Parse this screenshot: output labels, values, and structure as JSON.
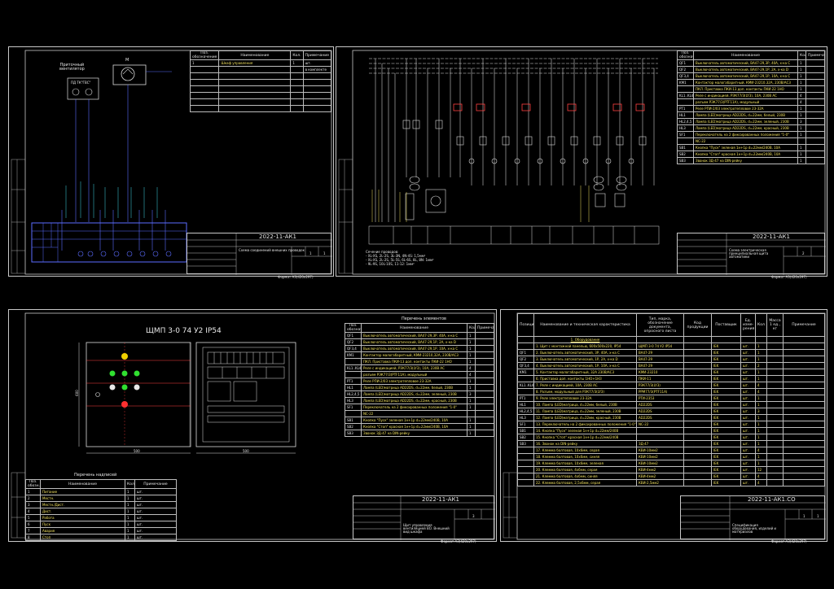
{
  "sheets": {
    "s1": {
      "labels": {
        "fan_name": "Приточный\nвентилятор",
        "sensor_text": "ПД ТК\"ГВС\"",
        "motor_mark": "M"
      },
      "legend": {
        "h_pos": "Поз.\nобозначение",
        "h_name": "Наименование",
        "h_qty": "Кол.",
        "h_note": "Примечание",
        "rows": [
          {
            "pos": "1",
            "name": "Шкаф управления",
            "qty": "1",
            "note": "шт."
          },
          {
            "pos": "",
            "name": "",
            "qty": "",
            "note": "в комплекте"
          }
        ]
      },
      "titleblock": {
        "code": "2022-11-АК1",
        "desc": "Схема соединений внешних проводок",
        "sheet": "1",
        "sheets": "1",
        "format": "Формат А3(420х297)"
      }
    },
    "s2": {
      "notes": [
        "Сечение проводов:",
        "- XL-XS, 2L-2S, 3L-3N, 4N-4S: 1,5мм²",
        "- XL-XS, 2L-2S, 5L-5S, 6L-6S, 8L, 8N: 1мм²",
        "- 9L-9S, 10L-10S, 11-12: 1мм²"
      ],
      "legend": {
        "h_pos": "Поз.\nобозначение",
        "h_name": "Наименование",
        "h_qty": "Кол.",
        "h_note": "Примечание",
        "rows": [
          {
            "pos": "QF1",
            "name": "Выключатель автоматический, ВА47-29,3P, 40А, х-ка С",
            "qty": "1"
          },
          {
            "pos": "QF2",
            "name": "Выключатель автоматический, ВА47-29,1P, 2А, х-ка D",
            "qty": "1"
          },
          {
            "pos": "QF3,4",
            "name": "Выключатель автоматический, ВА47-29,1P, 10А, х-ка С",
            "qty": "1"
          },
          {
            "pos": "KM1",
            "name": "Контактор малогабаритный, КМИ-23210,32А, 230В/АС3",
            "qty": "1"
          },
          {
            "pos": "",
            "name": "ПКЛ. Приставка ПКИ-13 доп. контакты ПКИ-22 1НО",
            "qty": "1"
          },
          {
            "pos": "KL1..KL4",
            "name": "Реле с индикацией, РЭК77/3(LY3), 10А, 230В АС",
            "qty": "4"
          },
          {
            "pos": "",
            "name": "разъем РЭК77/3(PTF11A), модульный",
            "qty": "4"
          },
          {
            "pos": "PT1",
            "name": "Реле РПИ-2/03 электротепловое 23-32А",
            "qty": "1"
          },
          {
            "pos": "HL1",
            "name": "Лампа (LED)матрица AD22DS, d=22мм, белый, 230В",
            "qty": "1"
          },
          {
            "pos": "HL2,4,5",
            "name": "Лампа (LED)матрица AD22DS, d=22мм, зеленый, 230В",
            "qty": "3"
          },
          {
            "pos": "HL3",
            "name": "Лампа (LED)матрица AD22DS, d=22мм, красный, 230В",
            "qty": "1"
          },
          {
            "pos": "SF1",
            "name": "Переключатель на 2 фиксированных положения \"1-0\"",
            "qty": "1"
          },
          {
            "pos": "",
            "name": "NC-22",
            "qty": ""
          },
          {
            "pos": "SB1",
            "name": "Кнопка \"Пуск\" зеленая 1н+1р d=22мм/240В, 10А",
            "qty": "1"
          },
          {
            "pos": "SB2",
            "name": "Кнопка \"Стоп\" красная 1н+1р d=22мм/240В, 10А",
            "qty": "1"
          },
          {
            "pos": "SB3",
            "name": "Звонок ЗД-47 на DIN-рейку",
            "qty": "1"
          }
        ]
      },
      "titleblock": {
        "code": "2022-11-АК1",
        "desc": "Схема электрическая принципиальная щита автоматики",
        "sheet": "2",
        "sheets": "",
        "format": "Формат А3(420х297)"
      }
    },
    "s3": {
      "cabinet_title": "ЩМП 3-0 74 У2 IP54",
      "dim_width_left": "500",
      "dim_width_right": "500",
      "dim_height": "600",
      "parts_table": {
        "title": "Перечень элементов",
        "h_pos": "Поз.\nобозначение",
        "h_name": "Наименование",
        "h_qty": "Кол.",
        "h_note": "Примечание",
        "rows": [
          {
            "pos": "QF1",
            "name": "Выключатель автоматический, ВА47-29,3P, 40А, х-ка С",
            "qty": "1"
          },
          {
            "pos": "QF2",
            "name": "Выключатель автоматический, ВА47-29,1P, 2А, х-ка D",
            "qty": "1"
          },
          {
            "pos": "QF3,4",
            "name": "Выключатель автоматический, ВА47-29,1P, 10А, х-ка С",
            "qty": "1"
          },
          {
            "pos": "KM1",
            "name": "Контактор малогабаритный, КМИ-23210,32А, 230В/АС3",
            "qty": "1"
          },
          {
            "pos": "",
            "name": "ПКЛ. Приставка ПКИ-13 доп. контакты ПКИ-22 1НО",
            "qty": "1"
          },
          {
            "pos": "KL1..KL4",
            "name": "Реле с индикацией, РЭК77/3(LY3), 10А, 230В АС",
            "qty": "4"
          },
          {
            "pos": "",
            "name": "разъем РЭК77/3(PTF11A), модульный",
            "qty": "4"
          },
          {
            "pos": "PT1",
            "name": "Реле РПИ-2/03 электротепловое 23-32А",
            "qty": "1"
          },
          {
            "pos": "HL1",
            "name": "Лампа (LED)матрица AD22DS, d=22мм, белый, 230В",
            "qty": "1"
          },
          {
            "pos": "HL2,4,5",
            "name": "Лампа (LED)матрица AD22DS, d=22мм, зеленый, 230В",
            "qty": "3"
          },
          {
            "pos": "HL3",
            "name": "Лампа (LED)матрица AD22DS, d=22мм, красный, 230В",
            "qty": "1"
          },
          {
            "pos": "SF1",
            "name": "Переключатель на 2 фиксированных положения \"1-0\"",
            "qty": "1"
          },
          {
            "pos": "",
            "name": "NC-22",
            "qty": ""
          },
          {
            "pos": "SB1",
            "name": "Кнопка \"Пуск\" зеленая 1н+1р d=22мм/240В, 10А",
            "qty": "1"
          },
          {
            "pos": "SB2",
            "name": "Кнопка \"Стоп\" красная 1н+1р d=22мм/240В, 10А",
            "qty": "1"
          },
          {
            "pos": "SB3",
            "name": "Звонок ЗД-47 на DIN-рейку",
            "qty": "1"
          }
        ]
      },
      "labels_table": {
        "title": "Перечень надписей",
        "h_pos": "Поз.\nобозн.",
        "h_name": "Наименование",
        "h_qty": "Кол.",
        "h_note": "Примечание",
        "rows": [
          {
            "pos": "1",
            "name": "Питание",
            "qty": "1",
            "note": "шт."
          },
          {
            "pos": "2",
            "name": "Местн.",
            "qty": "1",
            "note": "шт."
          },
          {
            "pos": "3",
            "name": "Местн./Дист.",
            "qty": "1",
            "note": "шт."
          },
          {
            "pos": "4",
            "name": "Дист.",
            "qty": "1",
            "note": "шт."
          },
          {
            "pos": "5",
            "name": "Работа",
            "qty": "1",
            "note": "шт."
          },
          {
            "pos": "6",
            "name": "Пуск",
            "qty": "1",
            "note": "шт."
          },
          {
            "pos": "7",
            "name": "Авария",
            "qty": "1",
            "note": "шт."
          },
          {
            "pos": "8",
            "name": "Стоп",
            "qty": "1",
            "note": "шт."
          }
        ]
      },
      "titleblock": {
        "code": "2022-11-АК1",
        "desc": "Щит управления вентиляцией ВО. Внешний вид шкафа",
        "sheet": "3",
        "sheets": "",
        "format": "Формат А3(420х297)"
      }
    },
    "s4": {
      "headers": [
        "Позиция",
        "Наименование и техническая характеристика",
        "Тип, марка, обозначение документа, опросного листа",
        "Код продукции",
        "Поставщик",
        "Ед. изме- рения",
        "Кол.",
        "Масса 1 ед., кг",
        "Примечание"
      ],
      "section": "1. Оборудование",
      "rows": [
        {
          "pos": "",
          "name": "1. Щит с монтажной панелью, 600х500х220, IP54",
          "type": "ЩМП 3-0 74 У2 IP54",
          "sup": "IEK",
          "unit": "шт.",
          "qty": "1"
        },
        {
          "pos": "QF1",
          "name": "2. Выключатель автоматический, 3P, 40А, х-ка С",
          "type": "ВА47-29",
          "sup": "IEK",
          "unit": "шт.",
          "qty": "1"
        },
        {
          "pos": "QF2",
          "name": "3. Выключатель автоматический, 1P, 2А, х-ка D",
          "type": "ВА47-29",
          "sup": "IEK",
          "unit": "шт.",
          "qty": "1"
        },
        {
          "pos": "QF3,4",
          "name": "4. Выключатель автоматический, 1P, 10А, х-ка С",
          "type": "ВА47-29",
          "sup": "IEK",
          "unit": "шт.",
          "qty": "2"
        },
        {
          "pos": "KM1",
          "name": "5. Контактор малогабаритный, 32А 230В/АС3",
          "type": "КМИ-23210",
          "sup": "IEK",
          "unit": "шт.",
          "qty": "1"
        },
        {
          "pos": "",
          "name": "6. Приставка доп. контакты 1НО+1НЗ",
          "type": "ПКИ-11",
          "sup": "IEK",
          "unit": "шт.",
          "qty": "1"
        },
        {
          "pos": "KL1..KL4",
          "name": "7. Реле с индикацией, 10А, 230В АС",
          "type": "РЭК77/3(LY3)",
          "sup": "IEK",
          "unit": "шт.",
          "qty": "4"
        },
        {
          "pos": "",
          "name": "8. Разъем, модульный для РЭК77/3(LY3)",
          "type": "РРМ77/3(PTF11A)",
          "sup": "IEK",
          "unit": "шт.",
          "qty": "4"
        },
        {
          "pos": "PT1",
          "name": "9. Реле электротепловое 23-32А",
          "type": "РТИ-2353",
          "sup": "IEK",
          "unit": "шт.",
          "qty": "1"
        },
        {
          "pos": "HL1",
          "name": "10. Лампа (LED)матрица, d=22мм, белый, 230В",
          "type": "AD22DS",
          "sup": "IEK",
          "unit": "шт.",
          "qty": "1"
        },
        {
          "pos": "HL2,4,5",
          "name": "11. Лампа (LED)матрица, d=22мм, зеленый, 230В",
          "type": "AD22DS",
          "sup": "IEK",
          "unit": "шт.",
          "qty": "3"
        },
        {
          "pos": "HL3",
          "name": "12. Лампа (LED)матрица, d=22мм, красный, 230В",
          "type": "AD22DS",
          "sup": "IEK",
          "unit": "шт.",
          "qty": "1"
        },
        {
          "pos": "SF1",
          "name": "13. Переключатель на 2 фиксированных положения \"1-0\"",
          "type": "NC-22",
          "sup": "IEK",
          "unit": "шт.",
          "qty": "1"
        },
        {
          "pos": "SB1",
          "name": "14. Кнопка \"Пуск\" зеленая 1н+1р d=22мм/240В",
          "type": "",
          "sup": "IEK",
          "unit": "шт.",
          "qty": "1"
        },
        {
          "pos": "SB2",
          "name": "15. Кнопка \"Стоп\" красная 1н+1р d=22мм/240В",
          "type": "",
          "sup": "IEK",
          "unit": "шт.",
          "qty": "1"
        },
        {
          "pos": "SB3",
          "name": "16. Звонок на DIN-рейку",
          "type": "ЗД-47",
          "sup": "IEK",
          "unit": "шт.",
          "qty": "1"
        },
        {
          "pos": "",
          "name": "17. Клемма болтовая, 10х6мм, серая",
          "type": "КВИ-10мм2",
          "sup": "IEK",
          "unit": "шт.",
          "qty": "4"
        },
        {
          "pos": "",
          "name": "18. Клемма болтовая, 10х6мм, синяя",
          "type": "КВИ-10мм2",
          "sup": "IEK",
          "unit": "шт.",
          "qty": "1"
        },
        {
          "pos": "",
          "name": "19. Клемма болтовая, 10х6мм, зеленая",
          "type": "КВИ-10мм2",
          "sup": "IEK",
          "unit": "шт.",
          "qty": "1"
        },
        {
          "pos": "",
          "name": "20. Клемма болтовая, 4х6мм, серая",
          "type": "КВИ-4мм2",
          "sup": "IEK",
          "unit": "шт.",
          "qty": "12"
        },
        {
          "pos": "",
          "name": "21. Клемма болтовая, 4х6мм, синяя",
          "type": "КВИ-4мм2",
          "sup": "IEK",
          "unit": "шт.",
          "qty": "4"
        },
        {
          "pos": "",
          "name": "22. Клемма болтовая, 2,5х6мм, серая",
          "type": "КВИ-2,5мм2",
          "sup": "IEK",
          "unit": "шт.",
          "qty": "4"
        }
      ],
      "titleblock": {
        "code": "2022-11-АК1.СО",
        "desc": "Спецификация оборудования, изделий и материалов",
        "sheet": "1",
        "sheets": "1",
        "format": "Формат А3(420х297)"
      }
    }
  }
}
